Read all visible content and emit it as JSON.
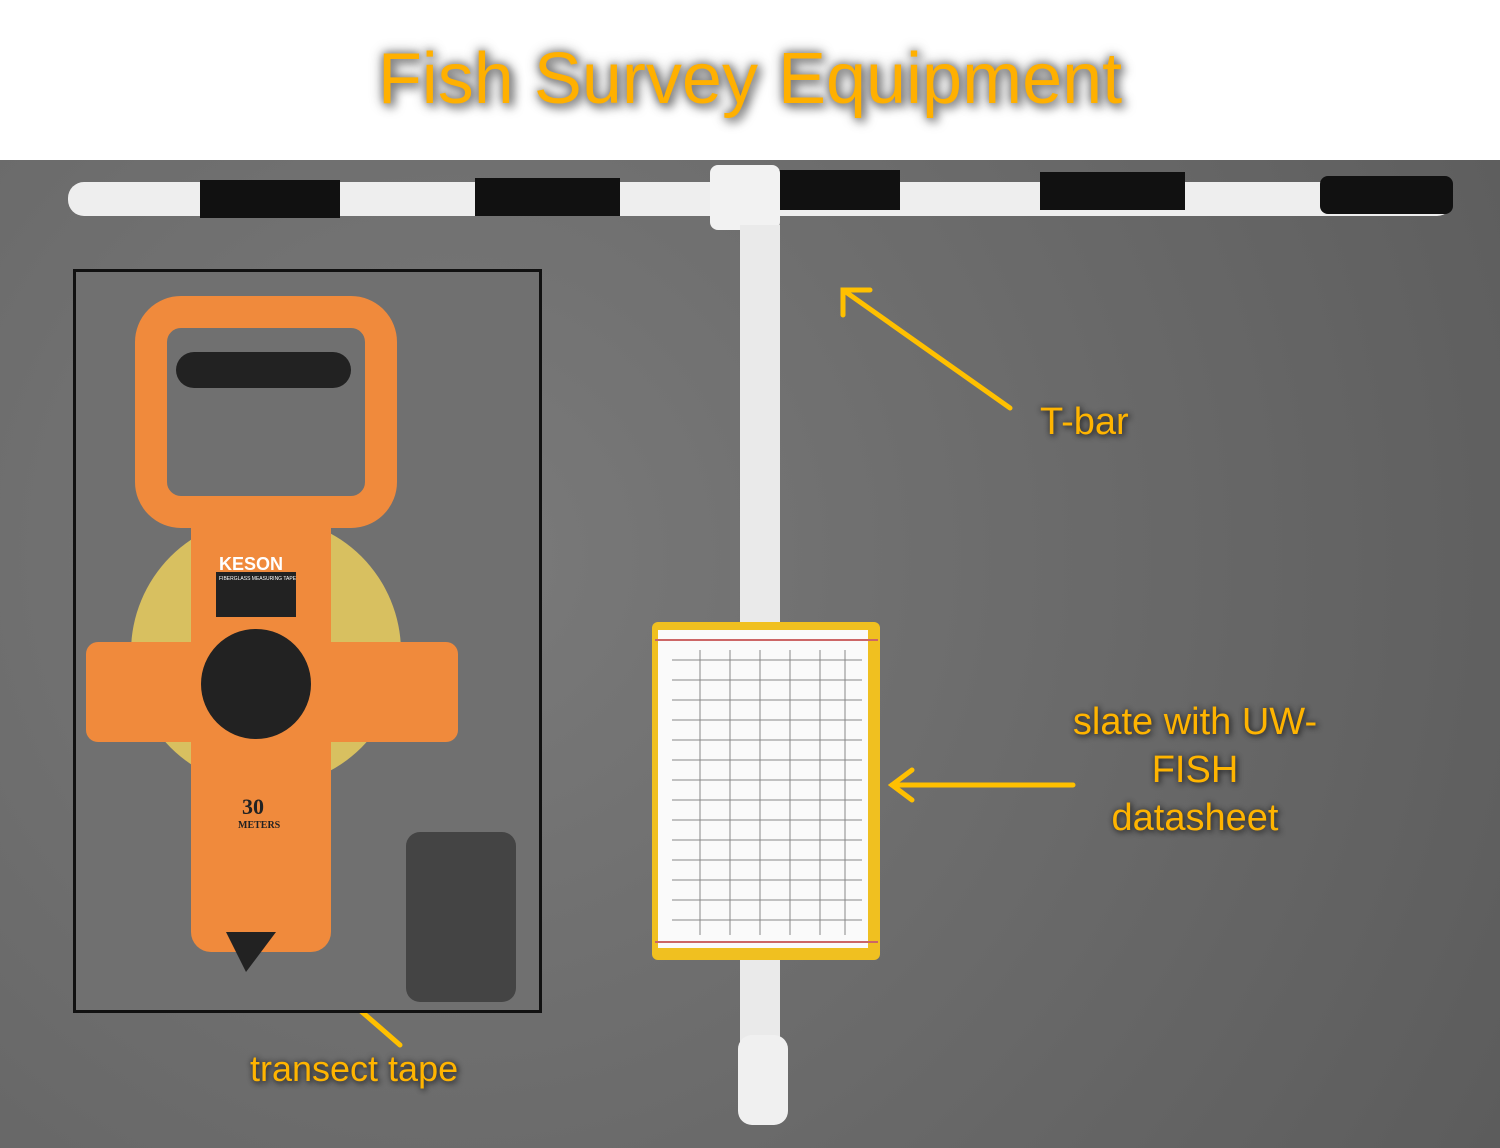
{
  "slide": {
    "title": "Fish Survey Equipment"
  },
  "labels": {
    "tbar": "T-bar",
    "slate": "slate with UW-FISH datasheet",
    "tape": "transect tape"
  },
  "tape_device": {
    "brand": "KESON",
    "subtitle": "FIBERGLASS MEASURING TAPE",
    "length": "30",
    "unit": "METERS"
  },
  "colors": {
    "accent": "#ffb000",
    "background": "#6b6b6b"
  }
}
